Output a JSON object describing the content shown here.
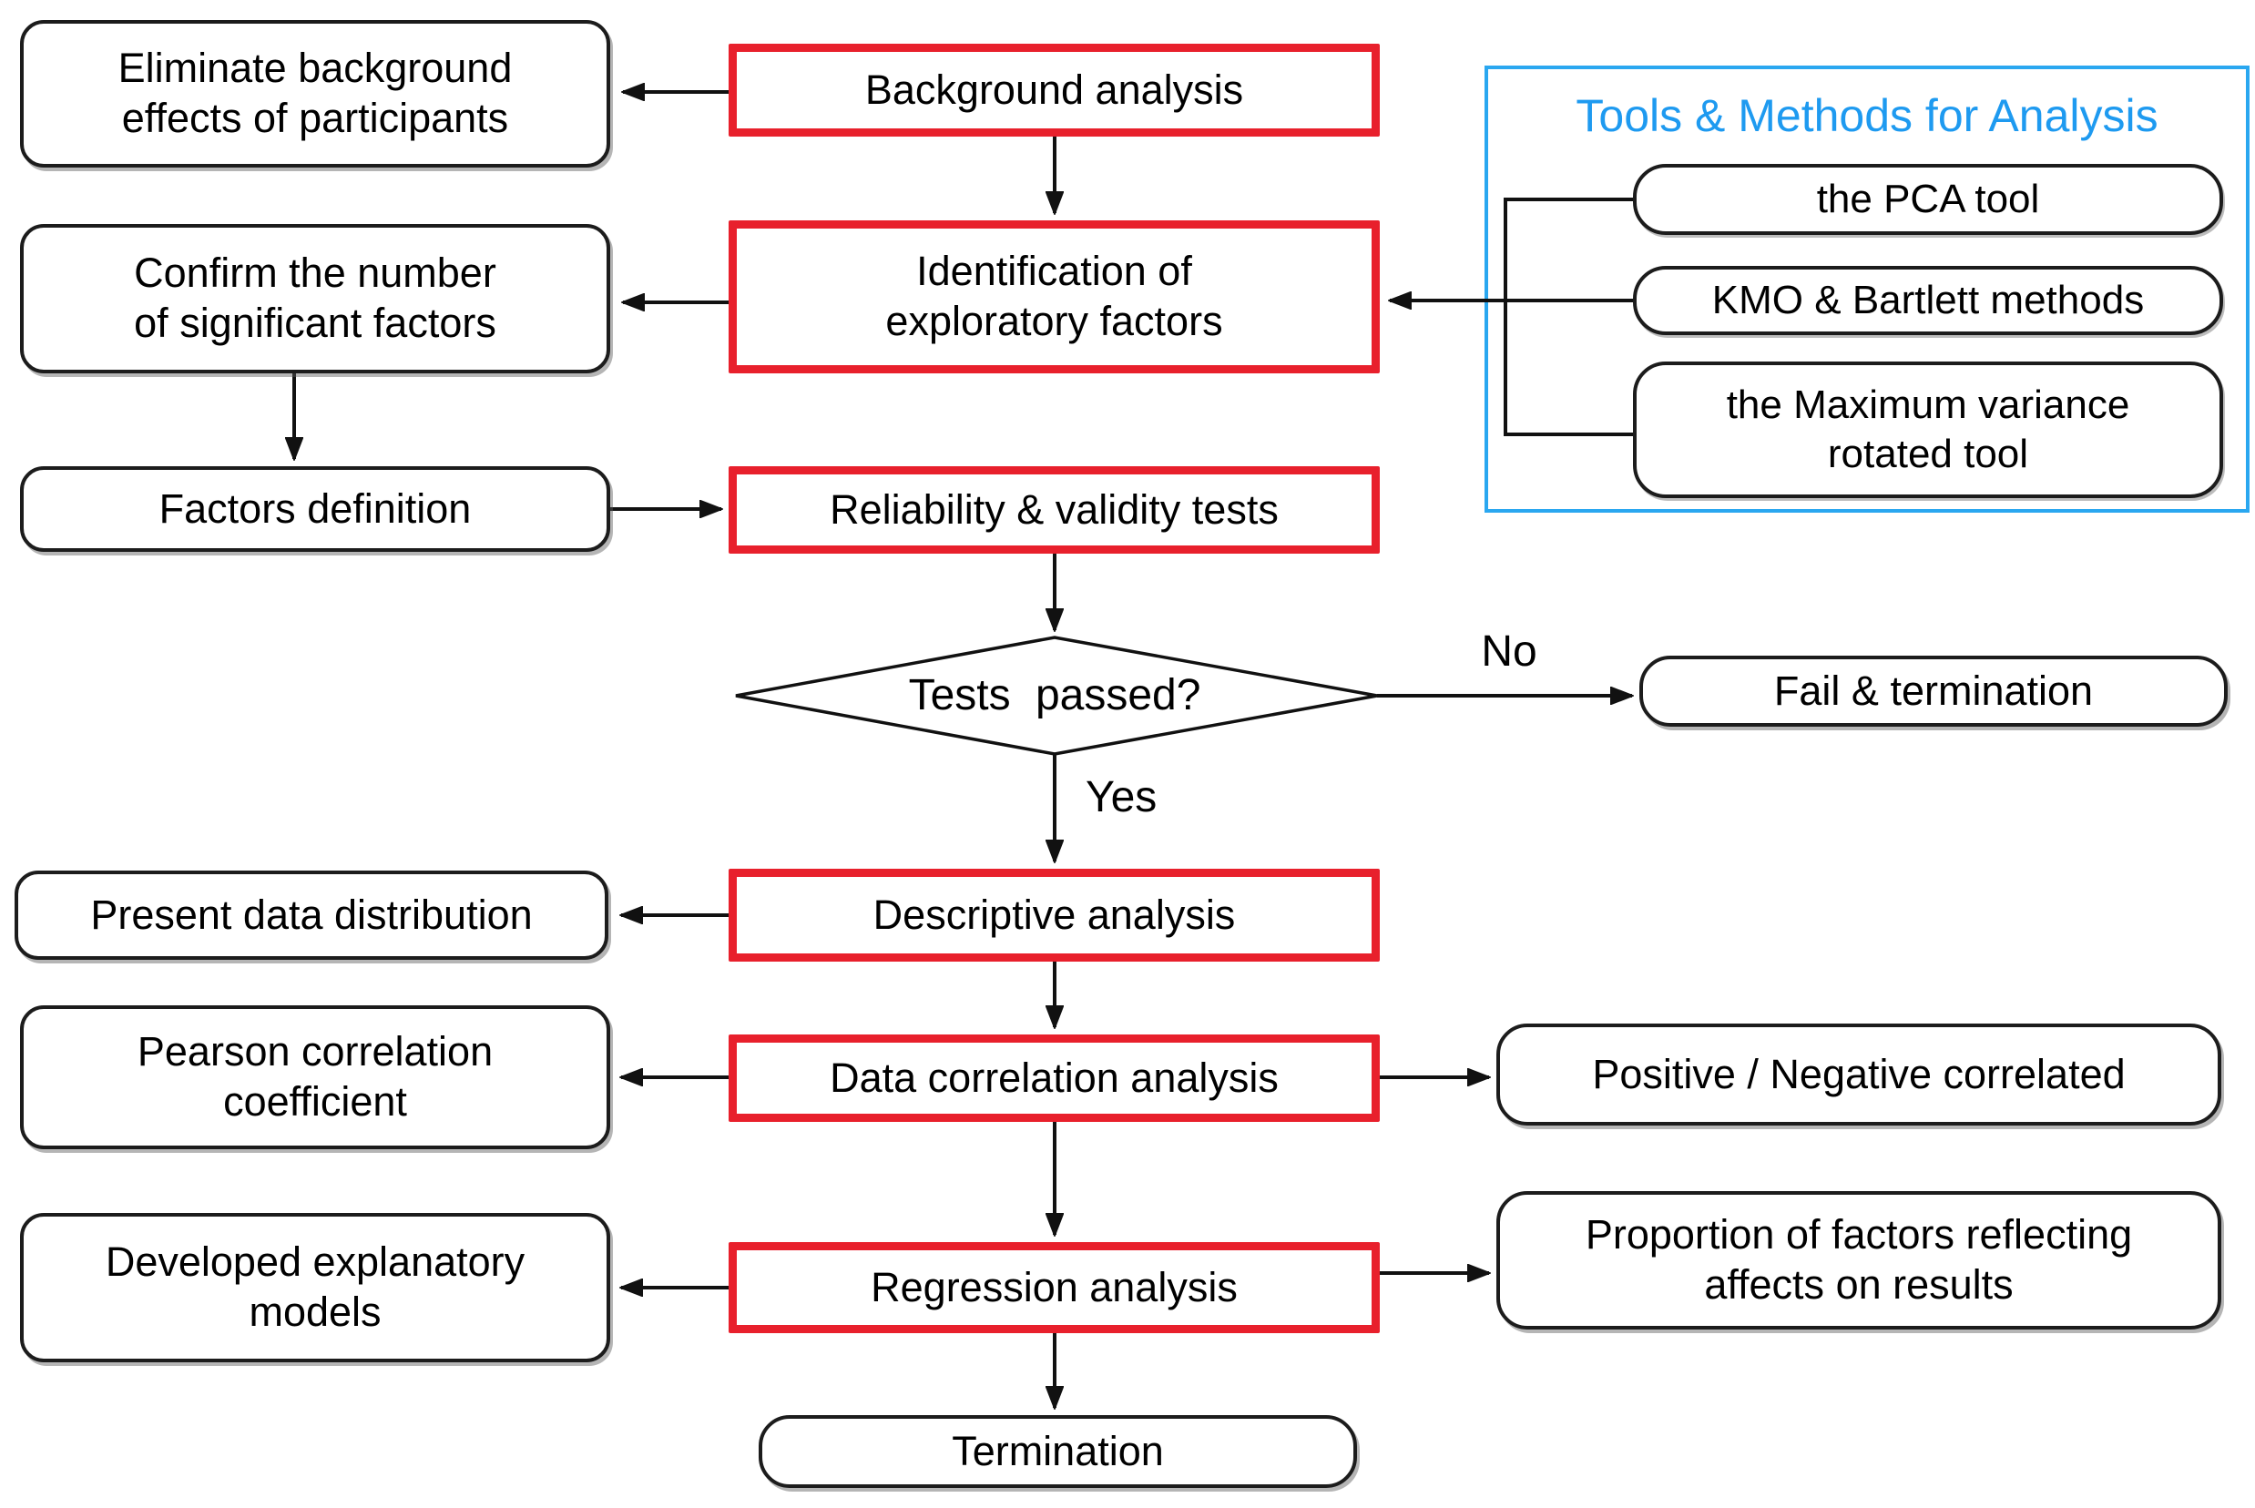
{
  "diagram": {
    "colors": {
      "process_border_red": "#e8202c",
      "tools_panel_blue": "#2aa7f0",
      "tools_title_blue": "#1e9af0",
      "outline_black": "#1c1c1c",
      "arrow_black": "#111111"
    },
    "nodes": {
      "background_analysis": {
        "label": "Background analysis"
      },
      "identification": {
        "label": "Identification of\nexploratory factors"
      },
      "reliability": {
        "label": "Reliability & validity tests"
      },
      "descriptive": {
        "label": "Descriptive analysis"
      },
      "data_correlation": {
        "label": "Data correlation analysis"
      },
      "regression": {
        "label": "Regression analysis"
      },
      "eliminate": {
        "label": "Eliminate background\neffects of participants"
      },
      "confirm": {
        "label": "Confirm the number\nof significant factors"
      },
      "factors_definition": {
        "label": "Factors definition"
      },
      "present_data": {
        "label": "Present data distribution"
      },
      "pearson": {
        "label": "Pearson correlation\ncoefficient"
      },
      "developed": {
        "label": "Developed explanatory\nmodels"
      },
      "fail": {
        "label": "Fail & termination"
      },
      "positive_negative": {
        "label": "Positive / Negative correlated"
      },
      "proportion": {
        "label": "Proportion of factors reflecting\naffects on results"
      },
      "termination": {
        "label": "Termination"
      }
    },
    "decision": {
      "label": "Tests passed?",
      "yes_label": "Yes",
      "no_label": "No"
    },
    "tools_panel": {
      "title": "Tools & Methods for Analysis",
      "items": [
        {
          "label": "the PCA tool"
        },
        {
          "label": "KMO & Bartlett methods"
        },
        {
          "label": "the Maximum variance\nrotated tool"
        }
      ]
    }
  }
}
